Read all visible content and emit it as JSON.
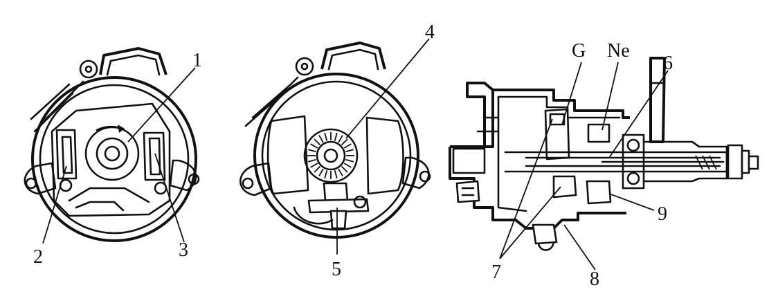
{
  "labels": {
    "l1": "1",
    "l2": "2",
    "l3": "3",
    "l4": "4",
    "l5": "5",
    "l6": "6",
    "l7": "7",
    "l8": "8",
    "l9": "9",
    "lG": "G",
    "lNe": "Ne"
  }
}
